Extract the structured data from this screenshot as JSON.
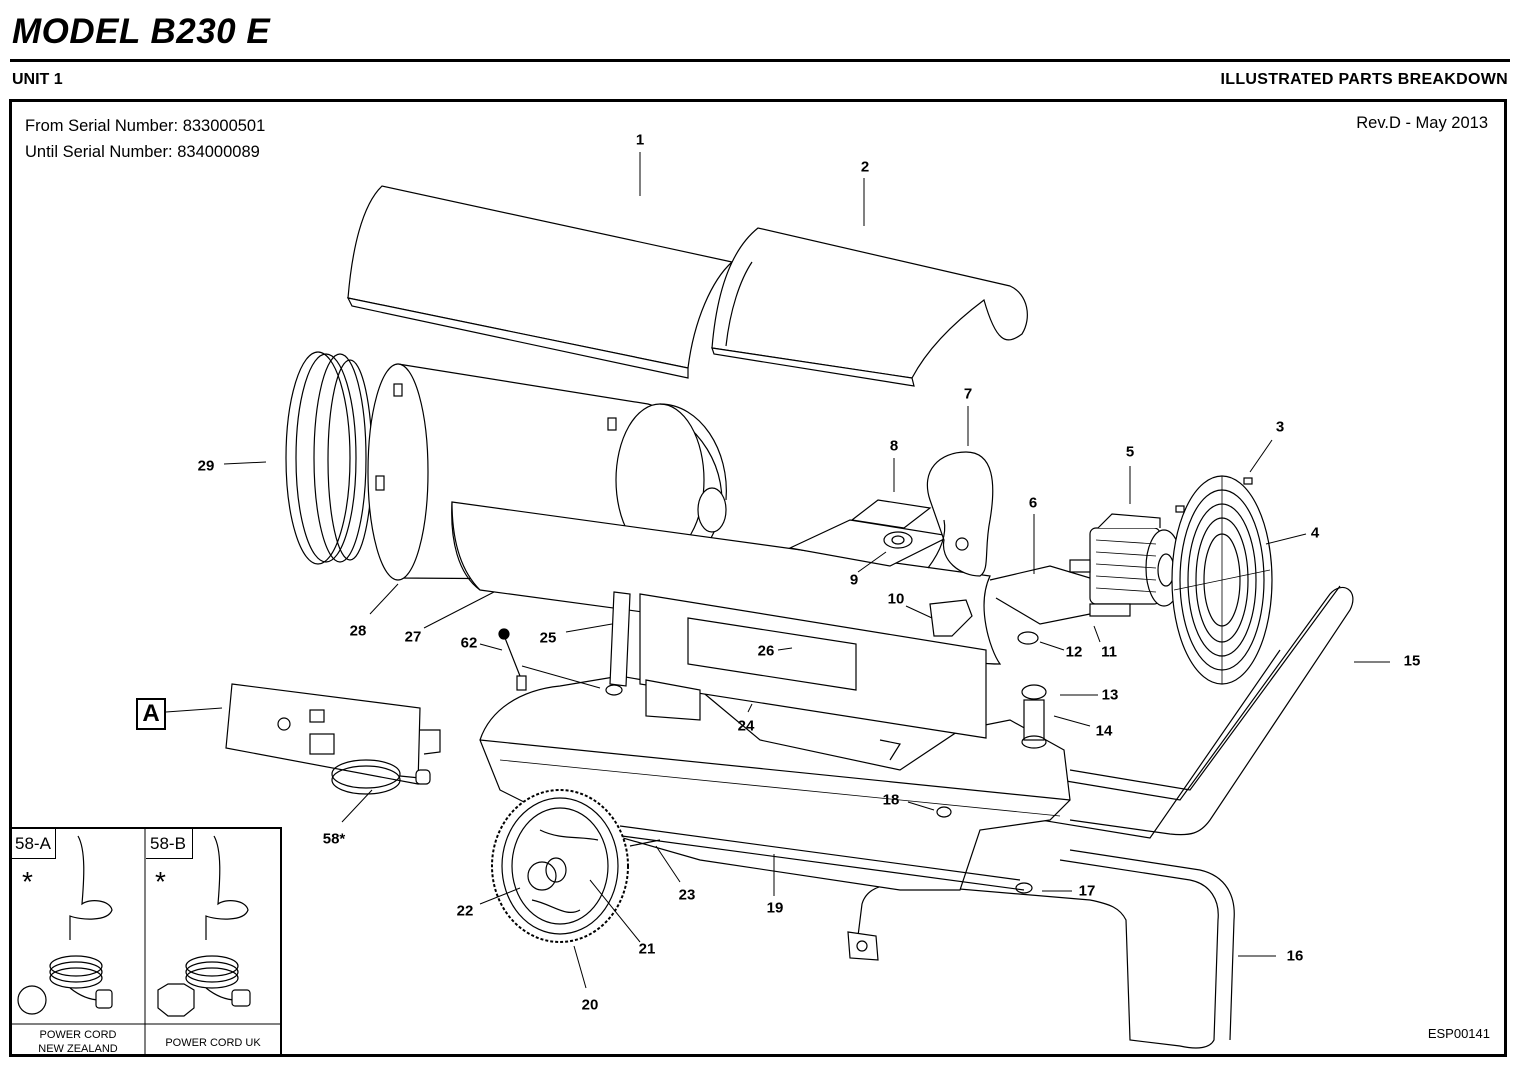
{
  "header": {
    "title": "MODEL B230 E",
    "unit": "UNIT 1",
    "section": "ILLUSTRATED PARTS BREAKDOWN"
  },
  "info": {
    "from_serial": "From Serial Number: 833000501",
    "until_serial": "Until Serial Number: 834000089",
    "revision": "Rev.D - May 2013",
    "drawing_code": "ESP00141"
  },
  "callouts": {
    "c1": "1",
    "c2": "2",
    "c3": "3",
    "c4": "4",
    "c5": "5",
    "c6": "6",
    "c7": "7",
    "c8": "8",
    "c9": "9",
    "c10": "10",
    "c11": "11",
    "c12": "12",
    "c13": "13",
    "c14": "14",
    "c15": "15",
    "c16": "16",
    "c17": "17",
    "c18": "18",
    "c19": "19",
    "c20": "20",
    "c21": "21",
    "c22": "22",
    "c23": "23",
    "c24": "24",
    "c25": "25",
    "c26": "26",
    "c27": "27",
    "c28": "28",
    "c29": "29",
    "c58": "58*",
    "c62": "62"
  },
  "detail_ref": "A",
  "inset": {
    "a": {
      "id": "58-A",
      "mark": "*",
      "caption_line1": "POWER CORD",
      "caption_line2": "NEW ZEALAND"
    },
    "b": {
      "id": "58-B",
      "mark": "*",
      "caption": "POWER CORD  UK"
    }
  }
}
